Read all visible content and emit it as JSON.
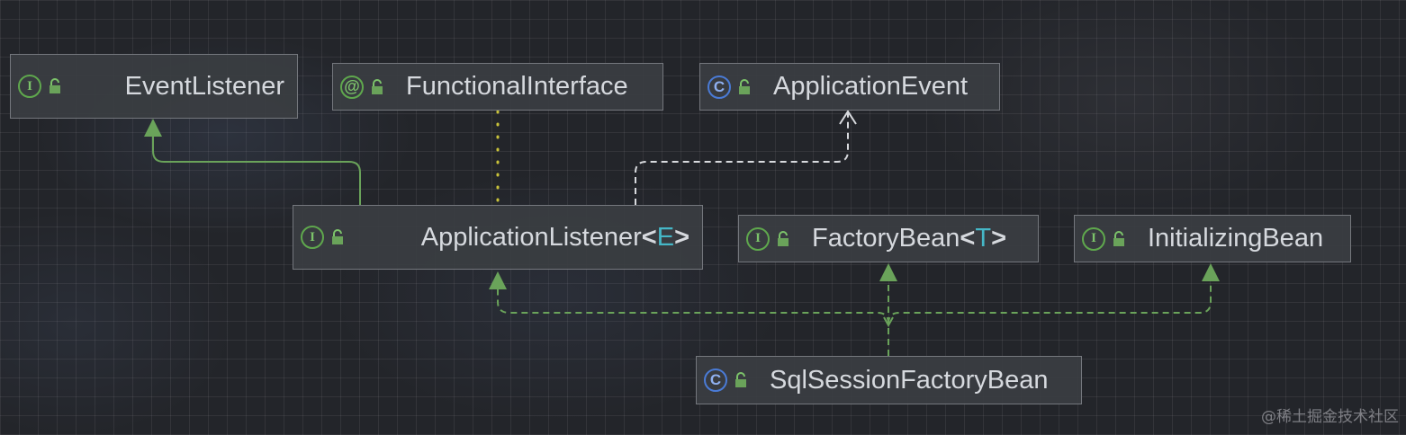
{
  "colors": {
    "inherit_edge": "#6aa35a",
    "implement_edge": "#6aa35a",
    "dependency_edge": "#d8dade",
    "annotation_edge": "#c9c23a",
    "interface_icon": "#5fa84d",
    "class_icon": "#4a7bd6",
    "generic_param": "#45b7c7"
  },
  "icons": {
    "interface": "I",
    "annotation": "@",
    "class": "C",
    "access": "open-lock-icon"
  },
  "nodes": {
    "event_listener": {
      "kind": "interface",
      "name": "EventListener"
    },
    "functional_interface": {
      "kind": "annotation",
      "name": "FunctionalInterface"
    },
    "application_event": {
      "kind": "class",
      "name": "ApplicationEvent"
    },
    "application_listener": {
      "kind": "interface",
      "name": "ApplicationListener",
      "open": "<",
      "param": "E",
      "close": ">"
    },
    "factory_bean": {
      "kind": "interface",
      "name": "FactoryBean",
      "open": "<",
      "param": "T",
      "close": ">"
    },
    "initializing_bean": {
      "kind": "interface",
      "name": "InitializingBean"
    },
    "sql_session_factory_bean": {
      "kind": "class",
      "name": "SqlSessionFactoryBean"
    }
  },
  "edges": [
    {
      "from": "application_listener",
      "to": "event_listener",
      "type": "extends"
    },
    {
      "from": "application_listener",
      "to": "functional_interface",
      "type": "annotated-by"
    },
    {
      "from": "application_listener",
      "to": "application_event",
      "type": "depends-on"
    },
    {
      "from": "sql_session_factory_bean",
      "to": "application_listener",
      "type": "implements"
    },
    {
      "from": "sql_session_factory_bean",
      "to": "factory_bean",
      "type": "implements"
    },
    {
      "from": "sql_session_factory_bean",
      "to": "initializing_bean",
      "type": "implements"
    }
  ],
  "watermark": "@稀土掘金技术社区"
}
